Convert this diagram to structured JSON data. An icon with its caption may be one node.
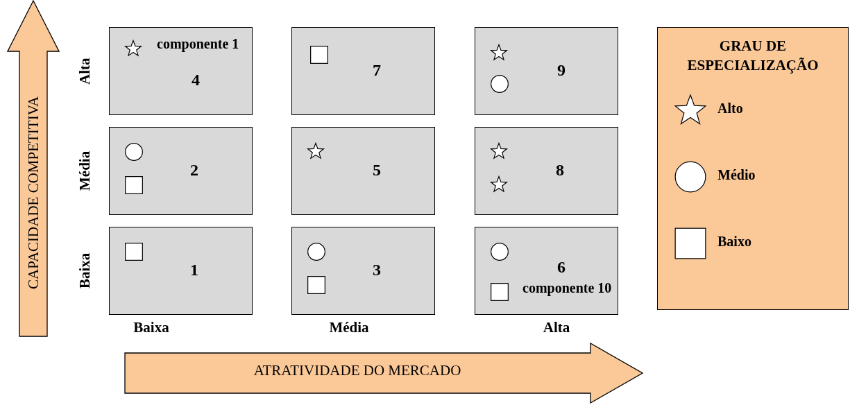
{
  "diagram": {
    "nodes": [
      {
        "text": [
          "CAPACIDADE COMPETITIVA"
        ]
      },
      {
        "text": [
          "componente 1",
          "4"
        ]
      },
      {
        "text": [],
        "shape": "star",
        "in": 1
      },
      {
        "text": [
          "7"
        ]
      },
      {
        "text": [],
        "shape": "box",
        "in": 3
      },
      {
        "text": [
          "9"
        ]
      },
      {
        "text": [],
        "shape": "star",
        "in": 5
      },
      {
        "text": [],
        "shape": "circle",
        "in": 5
      },
      {
        "text": [
          "2"
        ]
      },
      {
        "text": [],
        "shape": "circle",
        "in": 8
      },
      {
        "text": [],
        "shape": "box",
        "in": 8
      },
      {
        "text": [
          "5"
        ]
      },
      {
        "text": [],
        "shape": "star",
        "in": 11
      },
      {
        "text": [
          "8"
        ]
      },
      {
        "text": [],
        "shape": "star",
        "in": 13
      },
      {
        "text": [],
        "shape": "star",
        "in": 13
      },
      {
        "text": [
          "1"
        ]
      },
      {
        "text": [],
        "shape": "box",
        "in": 16
      },
      {
        "text": [
          "3"
        ]
      },
      {
        "text": [],
        "shape": "circle",
        "in": 18
      },
      {
        "text": [],
        "shape": "box",
        "in": 18
      },
      {
        "text": [
          "6",
          "componente 10"
        ]
      },
      {
        "text": [],
        "shape": "circle",
        "in": 21
      },
      {
        "text": [],
        "shape": "box",
        "in": 21
      },
      {
        "text": [
          "GRAU DE ESPECIALIZAÇÃO"
        ]
      },
      {
        "text": [
          "ATRATIVIDADE DO MERCADO"
        ]
      }
    ],
    "edges": [],
    "labels": [
      "Alta",
      "Média",
      "Baixa",
      "Baixa",
      "Média",
      "Alta"
    ],
    "legend": [
      {
        "text": "Alto"
      },
      {
        "text": "Médio"
      },
      {
        "text": "Baixo"
      }
    ]
  }
}
